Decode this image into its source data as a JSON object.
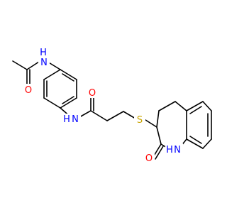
{
  "molecule": {
    "atoms": [
      {
        "id": "o1",
        "symbol": "O",
        "color": "#ff0000"
      },
      {
        "id": "n1",
        "symbol": "N",
        "color": "#0000ff"
      },
      {
        "id": "h1",
        "symbol": "H",
        "color": "#0000ff"
      },
      {
        "id": "n2",
        "symbol": "N",
        "color": "#0000ff"
      },
      {
        "id": "h2",
        "symbol": "H",
        "color": "#0000ff"
      },
      {
        "id": "o2",
        "symbol": "O",
        "color": "#ff0000"
      },
      {
        "id": "s1",
        "symbol": "S",
        "color": "#c8a400"
      },
      {
        "id": "o3",
        "symbol": "O",
        "color": "#ff0000"
      },
      {
        "id": "n3",
        "symbol": "N",
        "color": "#0000ff"
      },
      {
        "id": "h3",
        "symbol": "H",
        "color": "#0000ff"
      }
    ]
  }
}
